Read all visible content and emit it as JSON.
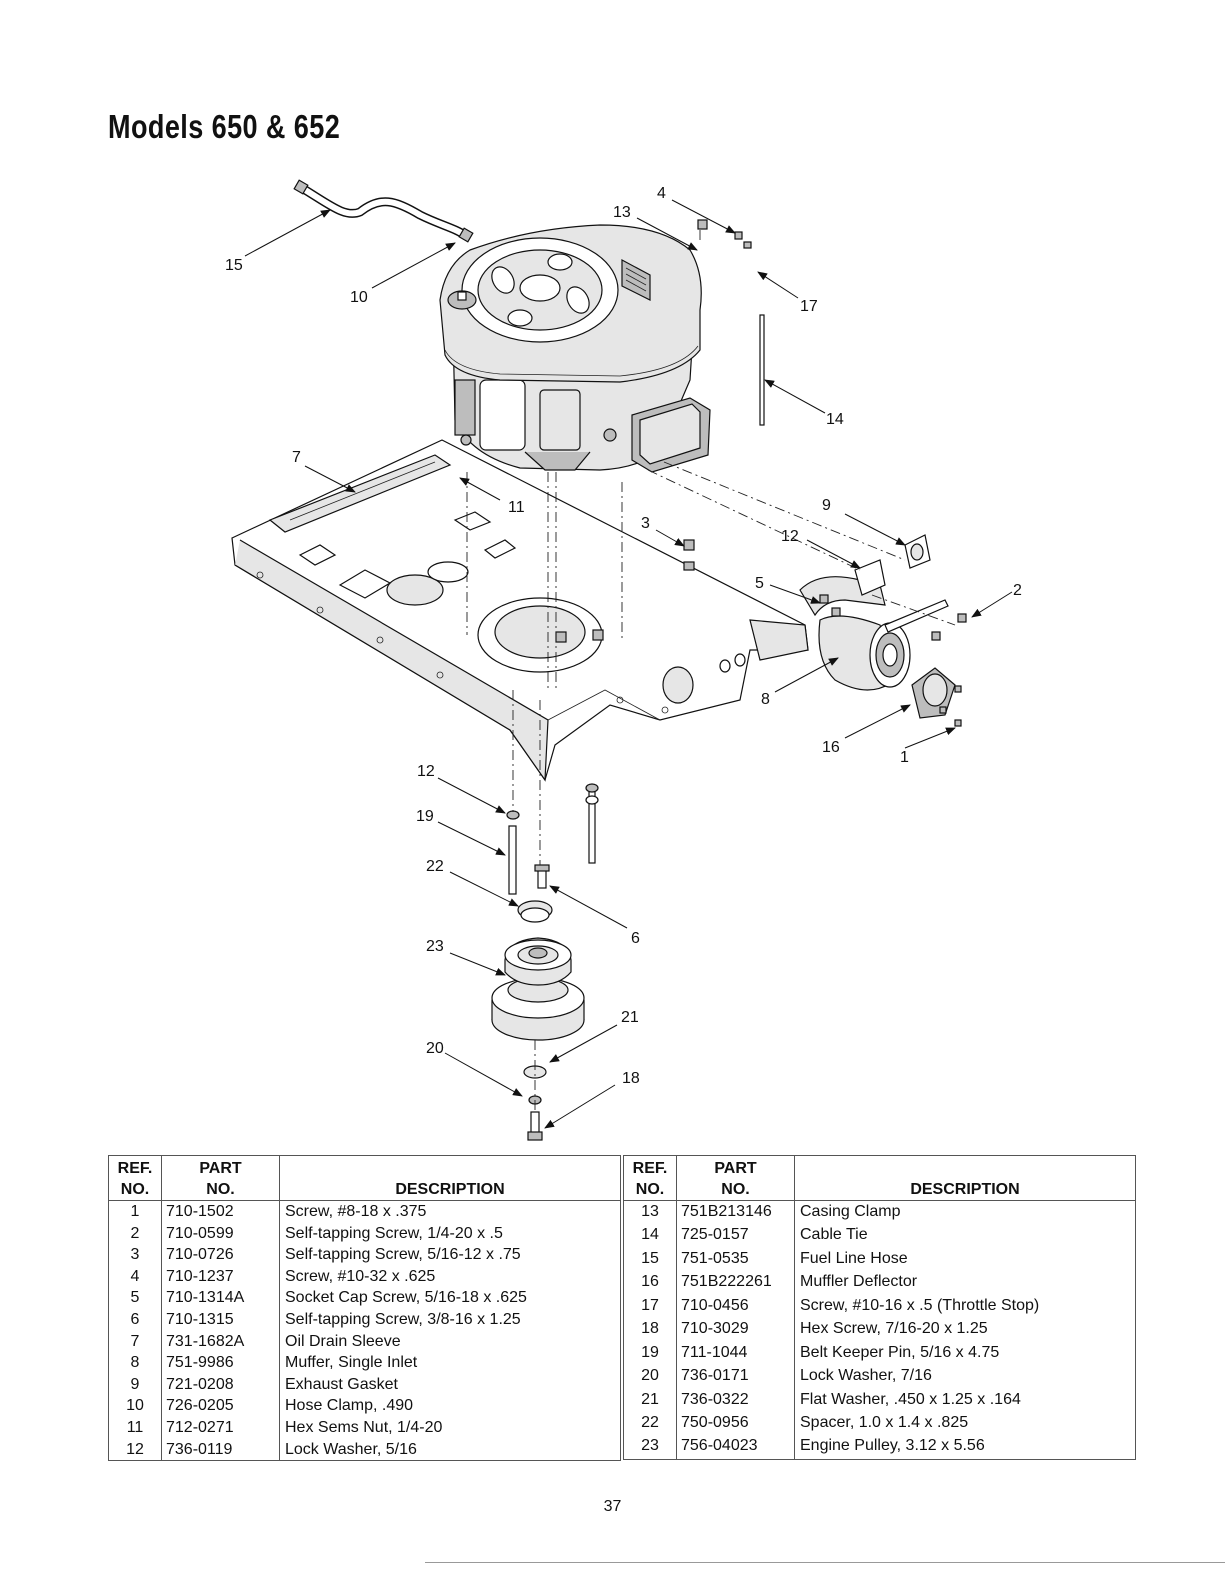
{
  "title": "Models 650 & 652",
  "callouts": [
    "1",
    "2",
    "3",
    "4",
    "5",
    "6",
    "7",
    "8",
    "9",
    "10",
    "11",
    "12",
    "12",
    "13",
    "14",
    "15",
    "16",
    "17",
    "18",
    "19",
    "20",
    "21",
    "22",
    "23"
  ],
  "table_headers": {
    "ref_line1": "REF.",
    "ref_line2": "NO.",
    "part_line1": "PART",
    "part_line2": "NO.",
    "description": "DESCRIPTION"
  },
  "parts_left": [
    {
      "ref": "1",
      "part": "710-1502",
      "desc": "Screw, #8-18 x .375"
    },
    {
      "ref": "2",
      "part": "710-0599",
      "desc": "Self-tapping Screw, 1/4-20 x .5"
    },
    {
      "ref": "3",
      "part": "710-0726",
      "desc": "Self-tapping Screw, 5/16-12 x .75"
    },
    {
      "ref": "4",
      "part": "710-1237",
      "desc": "Screw, #10-32 x .625"
    },
    {
      "ref": "5",
      "part": "710-1314A",
      "desc": "Socket Cap Screw, 5/16-18 x .625"
    },
    {
      "ref": "6",
      "part": "710-1315",
      "desc": "Self-tapping Screw, 3/8-16 x 1.25"
    },
    {
      "ref": "7",
      "part": "731-1682A",
      "desc": "Oil Drain Sleeve"
    },
    {
      "ref": "8",
      "part": "751-9986",
      "desc": "Muffer, Single Inlet"
    },
    {
      "ref": "9",
      "part": "721-0208",
      "desc": "Exhaust Gasket"
    },
    {
      "ref": "10",
      "part": "726-0205",
      "desc": "Hose Clamp, .490"
    },
    {
      "ref": "11",
      "part": "712-0271",
      "desc": "Hex Sems Nut, 1/4-20"
    },
    {
      "ref": "12",
      "part": "736-0119",
      "desc": "Lock Washer, 5/16"
    }
  ],
  "parts_right": [
    {
      "ref": "13",
      "part": "751B213146",
      "desc": "Casing Clamp"
    },
    {
      "ref": "14",
      "part": "725-0157",
      "desc": "Cable Tie"
    },
    {
      "ref": "15",
      "part": "751-0535",
      "desc": "Fuel Line Hose"
    },
    {
      "ref": "16",
      "part": "751B222261",
      "desc": "Muffler Deflector"
    },
    {
      "ref": "17",
      "part": "710-0456",
      "desc": "Screw, #10-16 x .5 (Throttle Stop)"
    },
    {
      "ref": "18",
      "part": "710-3029",
      "desc": "Hex Screw, 7/16-20 x 1.25"
    },
    {
      "ref": "19",
      "part": "711-1044",
      "desc": "Belt Keeper Pin, 5/16 x 4.75"
    },
    {
      "ref": "20",
      "part": "736-0171",
      "desc": "Lock Washer, 7/16"
    },
    {
      "ref": "21",
      "part": "736-0322",
      "desc": "Flat Washer, .450 x 1.25 x .164"
    },
    {
      "ref": "22",
      "part": "750-0956",
      "desc": "Spacer, 1.0 x 1.4 x .825"
    },
    {
      "ref": "23",
      "part": "756-04023",
      "desc": "Engine Pulley, 3.12 x 5.56"
    }
  ],
  "page_number": "37"
}
